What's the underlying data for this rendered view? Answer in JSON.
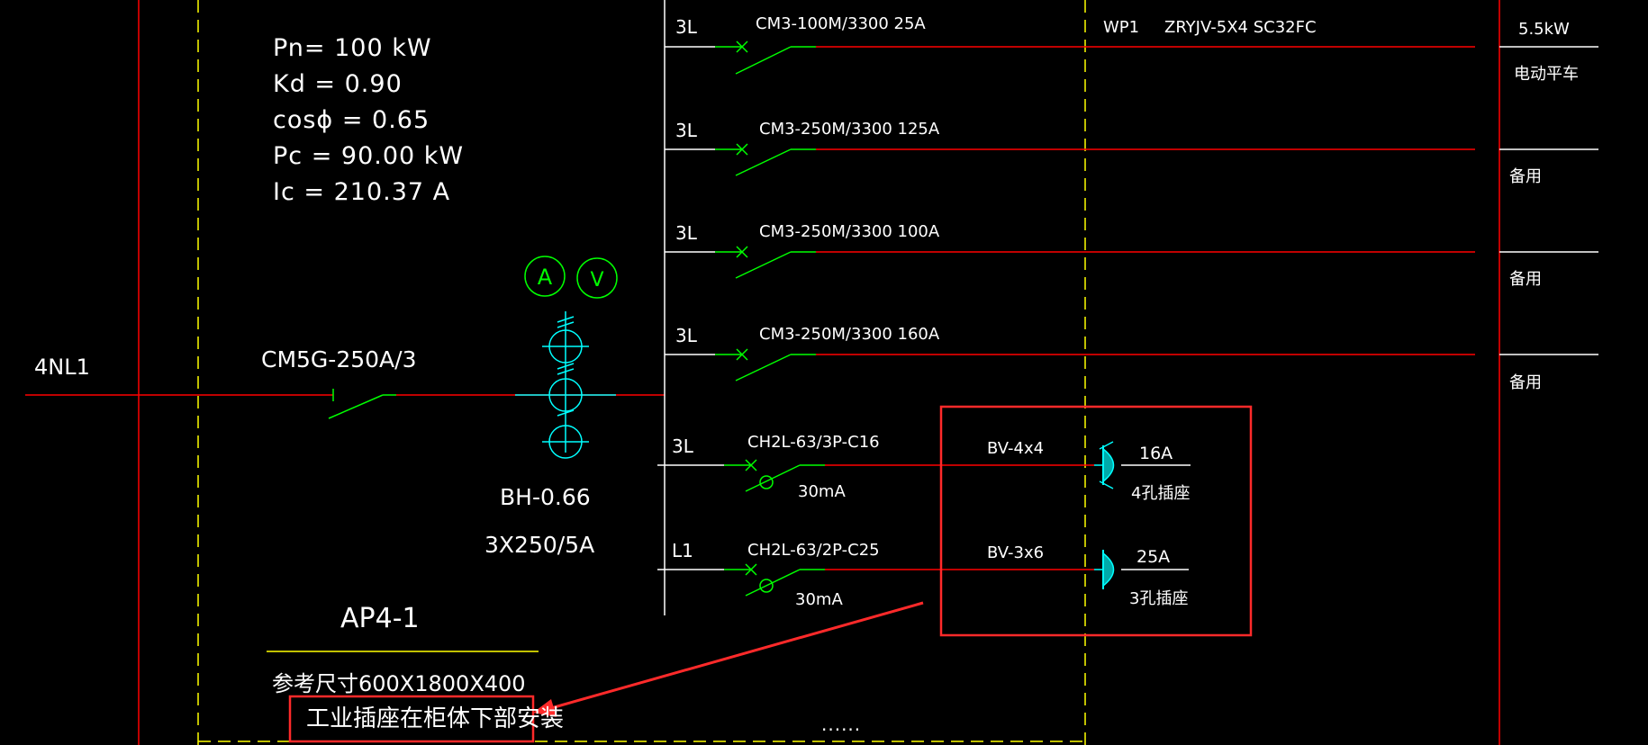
{
  "incoming": {
    "feeder_label": "4NL1",
    "breaker_label": "CM5G-250A/3",
    "ct_model": "BH-0.66",
    "ct_ratio": "3X250/5A"
  },
  "meters": {
    "ammeter": "A",
    "voltmeter": "V"
  },
  "load_params": [
    "Pn= 100  kW",
    "Kd = 0.90",
    "cosϕ = 0.65",
    "Pc = 90.00  kW",
    "Ic = 210.37  A"
  ],
  "panel": {
    "name": "AP4-1",
    "size_note": "参考尺寸600X1800X400",
    "annotation": "工业插座在柜体下部安装"
  },
  "circuits": [
    {
      "phase": "3L",
      "breaker": "CM3-100M/3300 25A",
      "circuit_id": "WP1",
      "cable": "ZRYJV-5X4  SC32FC",
      "load_power": "5.5kW",
      "load_name": "电动平车"
    },
    {
      "phase": "3L",
      "breaker": "CM3-250M/3300 125A",
      "load_name": "备用"
    },
    {
      "phase": "3L",
      "breaker": "CM3-250M/3300 100A",
      "load_name": "备用"
    },
    {
      "phase": "3L",
      "breaker": "CM3-250M/3300 160A",
      "load_name": "备用"
    }
  ],
  "socket_circuits": [
    {
      "phase": "3L",
      "breaker": "CH2L-63/3P-C16",
      "rcd": "30mA",
      "wire": "BV-4x4",
      "rating": "16A",
      "socket": "4孔插座"
    },
    {
      "phase": "L1",
      "breaker": "CH2L-63/2P-C25",
      "rcd": "30mA",
      "wire": "BV-3x6",
      "rating": "25A",
      "socket": "3孔插座"
    }
  ],
  "colors": {
    "background": "#000000",
    "line_red": "#ff0000",
    "dashed_yellow": "#ffff00",
    "symbol_green": "#00ff00",
    "symbol_cyan": "#00ffff",
    "highlight_red": "#ff2a2a"
  },
  "misc": {
    "ellipsis": "······"
  }
}
